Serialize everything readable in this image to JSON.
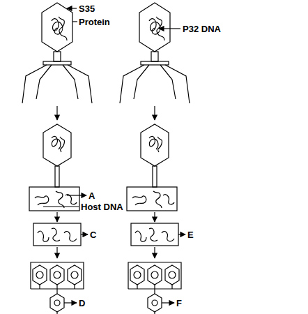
{
  "diagram": {
    "labels": [
      "S35",
      "Protein",
      "P32 DNA",
      "A",
      "Host DNA",
      "C",
      "E",
      "D",
      "F"
    ]
  }
}
